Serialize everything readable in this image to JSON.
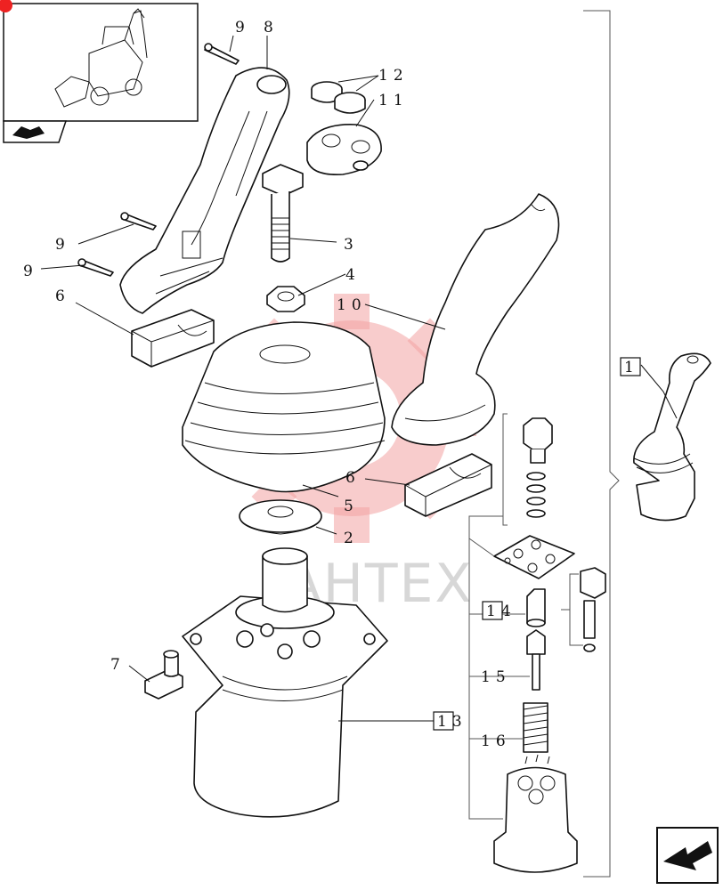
{
  "watermark": {
    "text": "IAHTEX",
    "color": "#f2a3a3"
  },
  "callouts": {
    "p1": "1",
    "p2": "2",
    "p3": "3",
    "p4": "4",
    "p5": "5",
    "p6a": "6",
    "p6b": "6",
    "p7": "7",
    "p8": "8",
    "p9a": "9",
    "p9b": "9",
    "p9c": "9",
    "p10": "10",
    "p11": "11",
    "p12": "12",
    "p13": "13",
    "p14": "14",
    "p15": "15",
    "p16": "16"
  },
  "icons": {
    "thumbnail": "backhoe-loader-thumbnail",
    "nav_back": "arrow-left-icon",
    "nav_next": "arrow-next-icon"
  }
}
